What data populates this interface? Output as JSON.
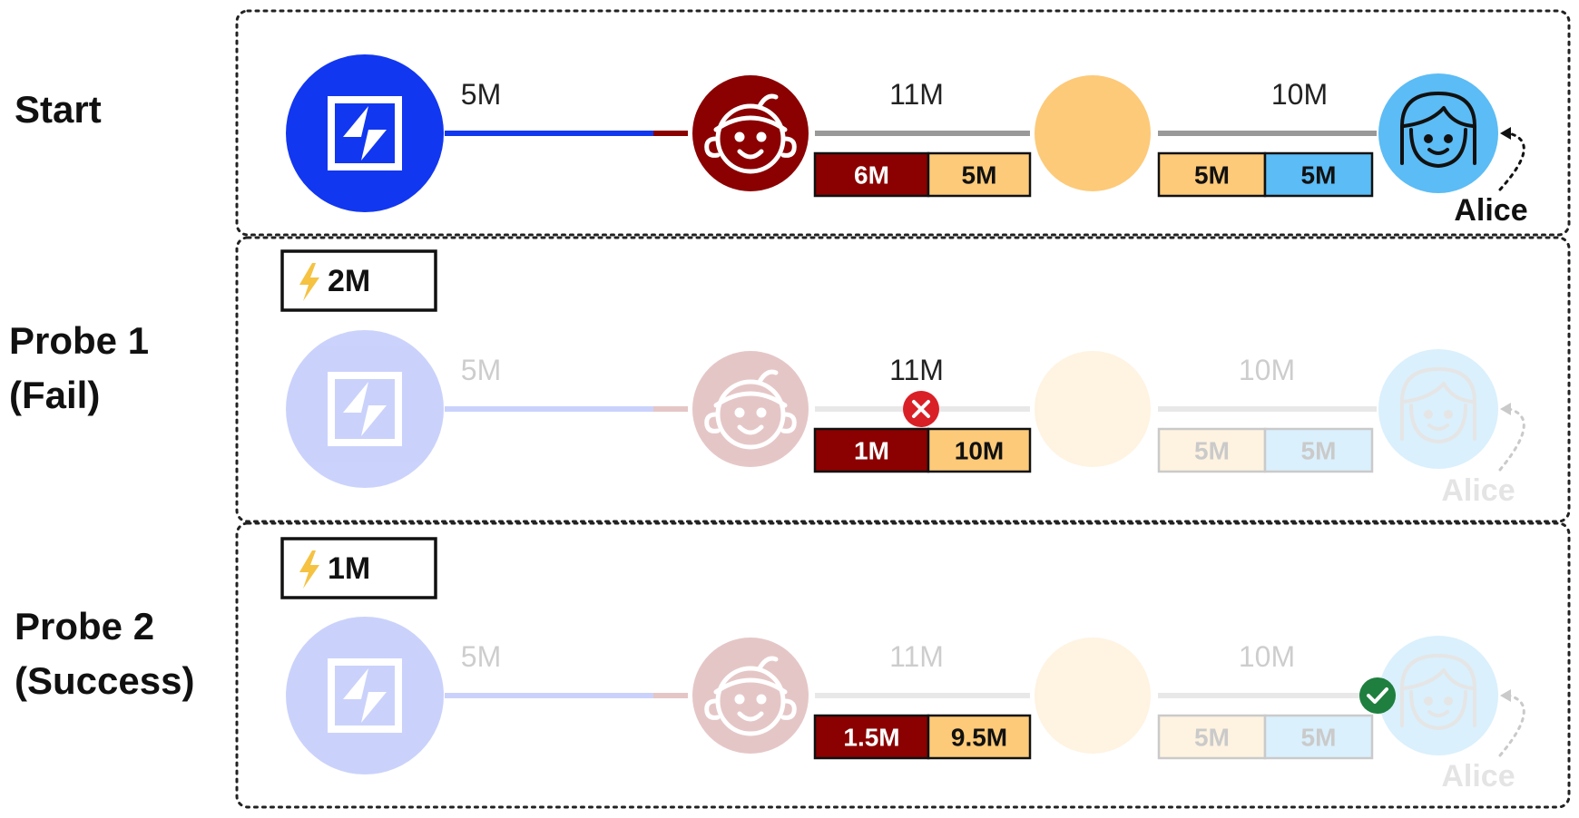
{
  "colors": {
    "hub_blue": "#1237f0",
    "dark_red": "#8b0000",
    "orange": "#fdca79",
    "light_blue": "#5cbcf5",
    "channel_gray": "#999999",
    "fail_red": "#d92027",
    "success_green": "#1f7f3f",
    "bolt_yellow": "#f5c242"
  },
  "rows": [
    {
      "label_lines": [
        "Start"
      ],
      "dim": false,
      "payment": null,
      "channels": [
        {
          "capacity": "5M",
          "split": null
        },
        {
          "capacity": "11M",
          "split": [
            "6M",
            "5M"
          ]
        },
        {
          "capacity": "10M",
          "split": [
            "5M",
            "5M"
          ]
        }
      ],
      "recipient": "Alice",
      "result": null
    },
    {
      "label_lines": [
        "Probe 1",
        "(Fail)"
      ],
      "dim": true,
      "payment": "2M",
      "channels": [
        {
          "capacity": "5M",
          "split": null
        },
        {
          "capacity": "11M",
          "split": [
            "1M",
            "10M"
          ]
        },
        {
          "capacity": "10M",
          "split": [
            "5M",
            "5M"
          ]
        }
      ],
      "recipient": "Alice",
      "result": "fail"
    },
    {
      "label_lines": [
        "Probe 2",
        "(Success)"
      ],
      "dim": true,
      "payment": "1M",
      "channels": [
        {
          "capacity": "5M",
          "split": null
        },
        {
          "capacity": "11M",
          "split": [
            "1.5M",
            "9.5M"
          ]
        },
        {
          "capacity": "10M",
          "split": [
            "5M",
            "5M"
          ]
        }
      ],
      "recipient": "Alice",
      "result": "success"
    }
  ]
}
